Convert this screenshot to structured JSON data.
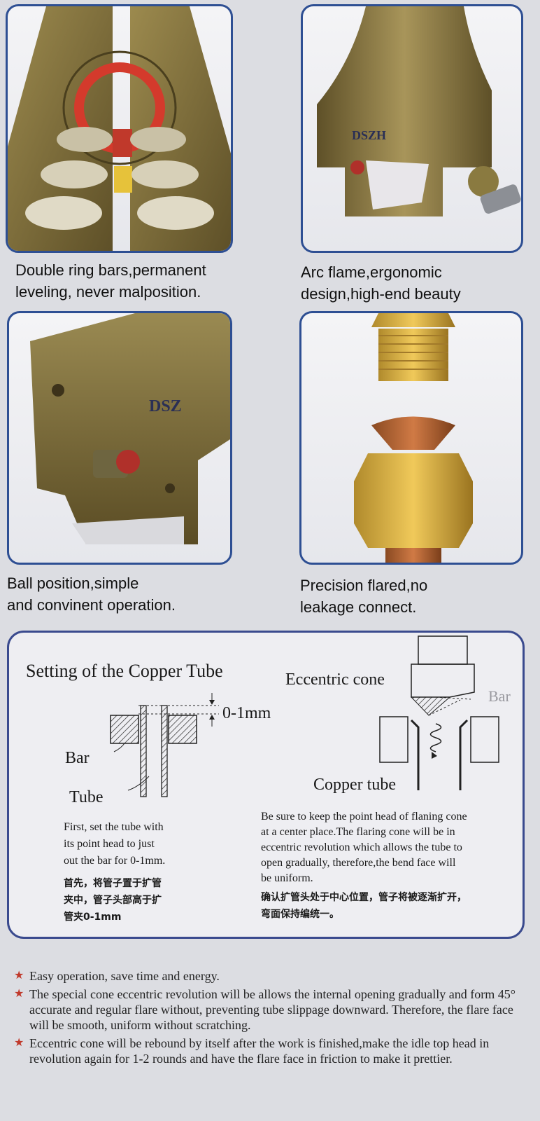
{
  "features": [
    {
      "caption": [
        "Double ring bars,permanent",
        "leveling, never malposition."
      ],
      "image": "flaring-tool-clamp-ring-bars"
    },
    {
      "caption": [
        "Arc flame,ergonomic",
        "design,high-end beauty"
      ],
      "image": "flaring-tool-arc-yoke"
    },
    {
      "caption": [
        "Ball position,simple",
        "and convinent operation."
      ],
      "image": "flaring-tool-ball-position"
    },
    {
      "caption": [
        "Precision flared,no",
        "leakage connect."
      ],
      "image": "brass-flare-fitting"
    }
  ],
  "diagram": {
    "left_title": "Setting of the Copper Tube",
    "gap_label": "0-1mm",
    "bar_label": "Bar",
    "tube_label": "Tube",
    "left_desc": [
      "First, set the tube with",
      "its point head to just",
      "out the bar for 0-1mm."
    ],
    "left_cn": [
      "首先，将管子置于扩管",
      "夹中，管子头部高于扩",
      "管夹0-1mm"
    ],
    "cone_label": "Eccentric cone",
    "right_bar_label": "Bar",
    "copper_label": "Copper tube",
    "right_desc": [
      "Be sure to keep the point head of flaning cone",
      "at a center place.The flaring cone will be in",
      "eccentric revolution which allows the tube to",
      "open gradually, therefore,the bend face will",
      "be uniform."
    ],
    "right_cn": [
      "确认扩管头处于中心位置，管子将被逐渐扩开，",
      "弯面保持编统一。"
    ]
  },
  "bullets": [
    "Easy operation, save time and energy.",
    "The special cone eccentric revolution will be allows the internal opening gradually and form 45° accurate and regular flare without, preventing tube slippage downward. Therefore, the flare face will be smooth, uniform without scratching.",
    "Eccentric cone will be rebound by itself after the work is finished,make the idle top head in revolution again for 1-2 rounds and have the flare face in friction to make it prettier."
  ],
  "colors": {
    "border": "#2e4f93",
    "bronze": "#7a6a3a",
    "star": "#c0392b"
  }
}
